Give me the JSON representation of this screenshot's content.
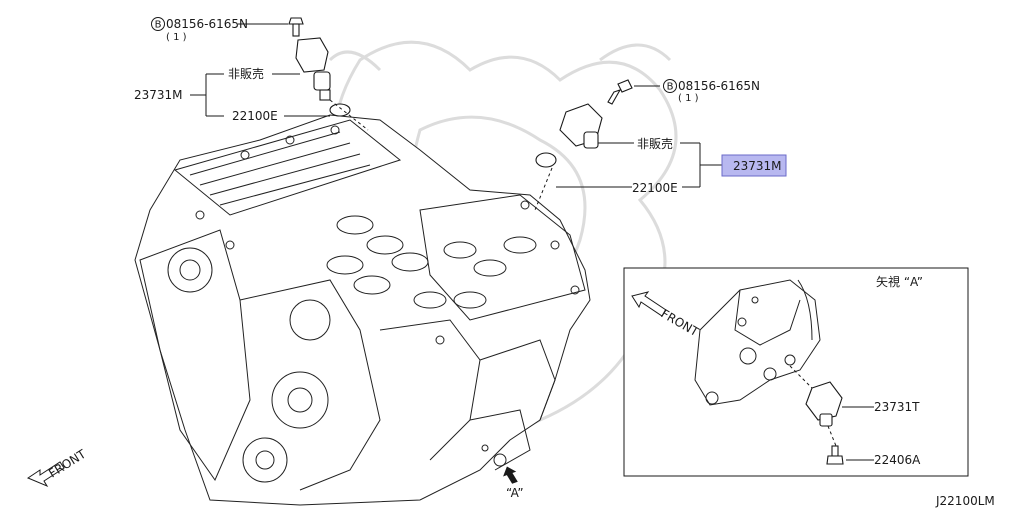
{
  "callouts": {
    "bolt_left": {
      "circle_letter": "B",
      "part_no": "08156-6165N",
      "qty": "( 1 )"
    },
    "bolt_right": {
      "circle_letter": "B",
      "part_no": "08156-6165N",
      "qty": "( 1 )"
    },
    "sensor_left": {
      "assembly": "23731M",
      "not_sold": "非販売",
      "oring": "22100E"
    },
    "sensor_right": {
      "assembly": "23731M",
      "not_sold": "非販売",
      "oring": "22100E"
    }
  },
  "view_a": {
    "title": "矢視 “A”",
    "front_label": "FRONT",
    "sensor_part": "23731T",
    "bolt_part": "22406A"
  },
  "main_view": {
    "front_label": "FRONT",
    "arrow_label": "“A”"
  },
  "diagram_id": "J22100LM",
  "colors": {
    "highlight": "#b8b8f0",
    "line": "#1a1a1a"
  }
}
